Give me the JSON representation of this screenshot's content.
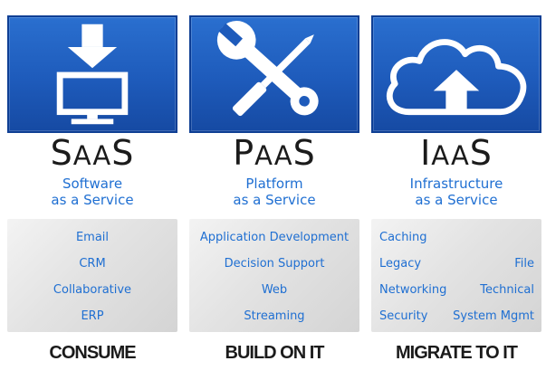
{
  "columns": [
    {
      "key": "saas",
      "icon": "download-to-computer-icon",
      "acronym": {
        "l1": "S",
        "l2": "AA",
        "l3": "S"
      },
      "full_line1": "Software",
      "full_line2": "as a Service",
      "items": [
        "Email",
        "CRM",
        "Collaborative",
        "ERP"
      ],
      "action": "CONSUME"
    },
    {
      "key": "paas",
      "icon": "wrench-screwdriver-icon",
      "acronym": {
        "l1": "P",
        "l2": "AA",
        "l3": "S"
      },
      "full_line1": "Platform",
      "full_line2": "as a Service",
      "items": [
        "Application Development",
        "Decision Support",
        "Web",
        "Streaming"
      ],
      "action": "BUILD ON IT"
    },
    {
      "key": "iaas",
      "icon": "cloud-upload-icon",
      "acronym": {
        "l1": "I",
        "l2": "AA",
        "l3": "S"
      },
      "full_line1": "Infrastructure",
      "full_line2": "as a Service",
      "items_left": [
        "Caching",
        "Legacy",
        "Networking",
        "Security"
      ],
      "items_right": [
        "File",
        "Technical",
        "System Mgmt"
      ],
      "action": "MIGRATE TO IT"
    }
  ],
  "colors": {
    "tile_blue": "#1e5bbb",
    "text_blue": "#1f6fd2",
    "dark": "#1b1b1b"
  }
}
